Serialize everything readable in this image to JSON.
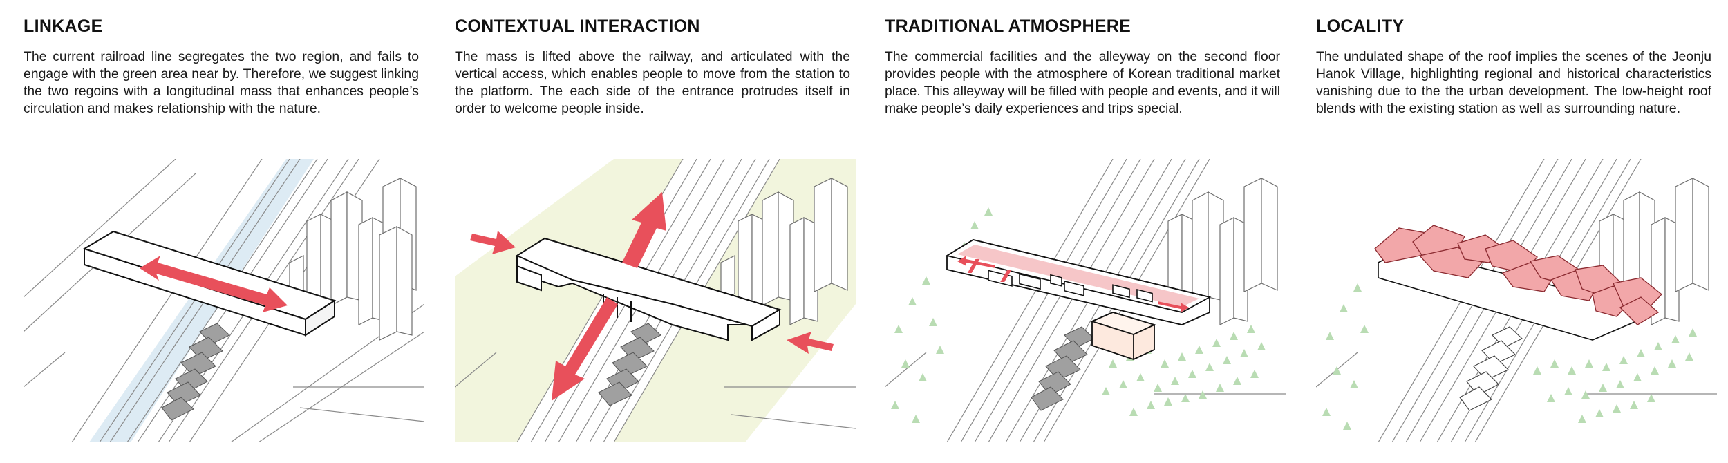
{
  "panels": [
    {
      "title": "LINKAGE",
      "body": "The current railroad line segregates the two region, and fails to engage with the green area near by. Therefore, we suggest linking the two regoins with a longitudinal mass that enhances people’s circulation and makes relationship with the nature."
    },
    {
      "title": "CONTEXTUAL INTERACTION",
      "body": "The mass is lifted above the railway, and articulated with the vertical access, which enables people to move from the station to the platform. The each side of the entrance protrudes itself in order to welcome people inside."
    },
    {
      "title": "TRADITIONAL ATMOSPHERE",
      "body": "The commercial facilities and the alleyway on the second floor provides people with the atmosphere of Korean traditional market place. This alleyway will be filled with people and events, and it will make people’s daily experiences and trips special."
    },
    {
      "title": "LOCALITY",
      "body": "The undulated shape of the roof implies the scenes of the Jeonju Hanok Village, highlighting regional and historical characteristics vanishing due to the the urban development. The low-height roof blends with the existing station as well as surrounding nature."
    }
  ],
  "colors": {
    "accent_red": "#e8505b",
    "roof_pink": "#f2a7a9",
    "green_zone": "#f2f5dd",
    "tree_green": "#b9dcb3",
    "blue_rail": "#cfe3ef",
    "line_gray": "#8a8a8a",
    "hanok_gray": "#9a9a9a"
  }
}
